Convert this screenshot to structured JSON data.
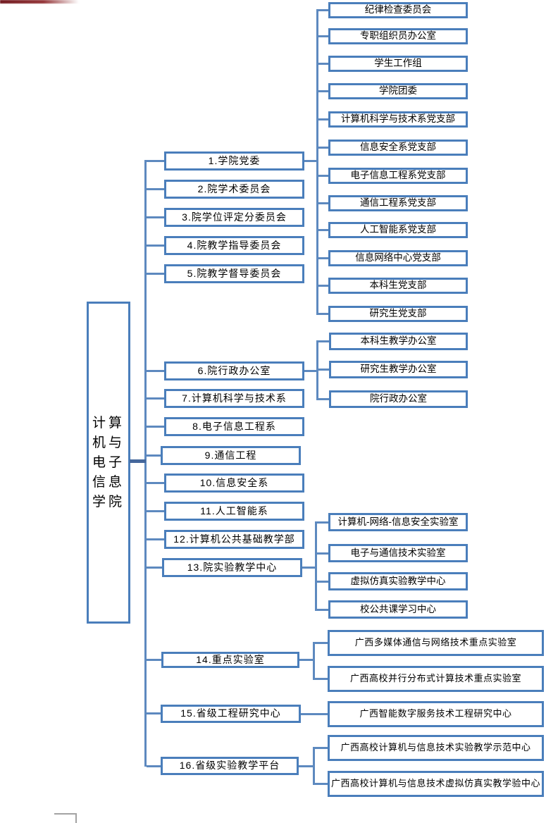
{
  "colors": {
    "box_border": "#4a7ebb",
    "connector_line": "#5d89bf",
    "root_connector": "#44679c",
    "red_mark": "#8a2b2e",
    "gray_corner": "#a3a3a3",
    "text": "#000000",
    "background": "#ffffff"
  },
  "tree": {
    "root": {
      "label": "计算机与电子信息学院"
    },
    "nodes": [
      {
        "label": "1.学院党委",
        "children": [
          "纪律检查委员会",
          "专职组织员办公室",
          "学生工作组",
          "学院团委",
          "计算机科学与技术系党支部",
          "信息安全系党支部",
          "电子信息工程系党支部",
          "通信工程系党支部",
          "人工智能系党支部",
          "信息网络中心党支部",
          "本科生党支部",
          "研究生党支部"
        ]
      },
      {
        "label": "2.院学术委员会",
        "children": []
      },
      {
        "label": "3.院学位评定分委员会",
        "children": []
      },
      {
        "label": "4.院教学指导委员会",
        "children": []
      },
      {
        "label": "5.院教学督导委员会",
        "children": []
      },
      {
        "label": "6.院行政办公室",
        "children": [
          "本科生教学办公室",
          "研究生教学办公室",
          "院行政办公室"
        ]
      },
      {
        "label": "7.计算机科学与技术系",
        "children": []
      },
      {
        "label": "8.电子信息工程系",
        "children": []
      },
      {
        "label": "9.通信工程",
        "children": []
      },
      {
        "label": "10.信息安全系",
        "children": []
      },
      {
        "label": "11.人工智能系",
        "children": []
      },
      {
        "label": "12.计算机公共基础教学部",
        "children": []
      },
      {
        "label": "13.院实验教学中心",
        "children": [
          "计算机-网络-信息安全实验室",
          "电子与通信技术实验室",
          "虚拟仿真实验教学中心",
          "校公共课学习中心"
        ]
      },
      {
        "label": "14.重点实验室",
        "children": [
          "广西多媒体通信与网络技术重点实验室",
          "广西高校并行分布式计算技术重点实验室"
        ]
      },
      {
        "label": "15.省级工程研究中心",
        "children": [
          "广西智能数字服务技术工程研究中心"
        ]
      },
      {
        "label": "16.省级实验教学平台",
        "children": [
          "广西高校计算机与信息技术实验教学示范中心",
          "广西高校计算机与信息技术虚拟仿真实教学验中心"
        ]
      }
    ]
  }
}
